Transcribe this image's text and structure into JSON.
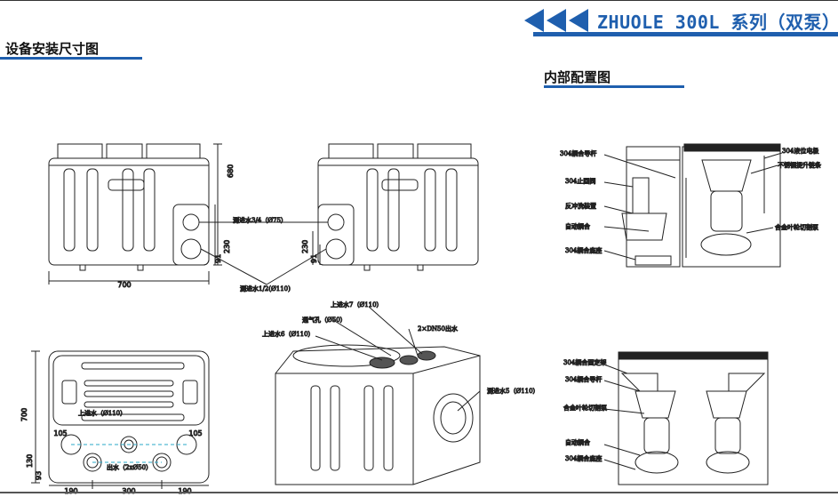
{
  "brand": {
    "title": "ZHUOLE 300L 系列（双泵）",
    "color": "#1f5fae"
  },
  "sections": {
    "install_dims": "设备安装尺寸图",
    "internal_config": "内部配置图"
  },
  "front_view": {
    "labels": {
      "inlet_3_4": "测进水3/4（Ø75）",
      "inlet_1_2": "测进水1/2(Ø110)"
    },
    "dims": {
      "width": "700",
      "height": "680",
      "h230": "230",
      "h91": "91"
    }
  },
  "top_view": {
    "labels": {
      "top_inlet": "上进水（Ø110）",
      "outlet": "出水（2xØ50）"
    },
    "dims": {
      "h700": "700",
      "w190a": "190",
      "w300": "300",
      "w190b": "190",
      "w105a": "105",
      "w105b": "105",
      "h130": "130",
      "h93": "93"
    }
  },
  "iso_view": {
    "labels": {
      "top_inlet_7": "上进水7（Ø110）",
      "vent": "通气孔（Ø50）",
      "top_inlet_6": "上进水6（Ø110）",
      "outlet": "2×DN50出水",
      "side_inlet_5": "测进水5（Ø110）"
    }
  },
  "internal_upper": {
    "left_labels": [
      "304耦合导杆",
      "304止回阀",
      "反冲洗装置",
      "自动耦合",
      "304耦合底座"
    ],
    "right_labels": [
      "304液位电极",
      "不锈钢提升链条",
      "合金叶轮切割泵"
    ]
  },
  "internal_lower": {
    "left_labels": [
      "304耦合固定架",
      "304耦合导杆",
      "合金叶轮切割泵",
      "自动耦合",
      "304耦合底座"
    ]
  }
}
